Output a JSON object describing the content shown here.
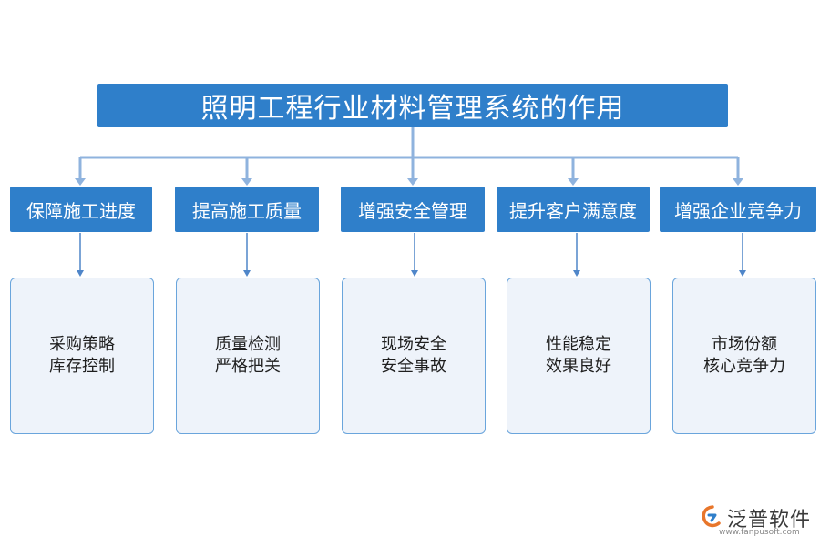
{
  "title": "照明工程行业材料管理系统的作用",
  "categories": [
    {
      "label": "保障施工进度",
      "items": [
        "采购策略",
        "库存控制"
      ]
    },
    {
      "label": "提高施工质量",
      "items": [
        "质量检测",
        "严格把关"
      ]
    },
    {
      "label": "增强安全管理",
      "items": [
        "现场安全",
        "安全事故"
      ]
    },
    {
      "label": "提升客户满意度",
      "items": [
        "性能稳定",
        "效果良好"
      ]
    },
    {
      "label": "增强企业竞争力",
      "items": [
        "市场份额",
        "核心竞争力"
      ]
    }
  ],
  "brand": {
    "name": "泛普软件",
    "url": "www.fanpusoft.com"
  },
  "colors": {
    "box_fill": "#2f7fca",
    "connector": "#8fb3de",
    "card_fill": "#eef3fa",
    "card_border": "#6aa5dc"
  }
}
